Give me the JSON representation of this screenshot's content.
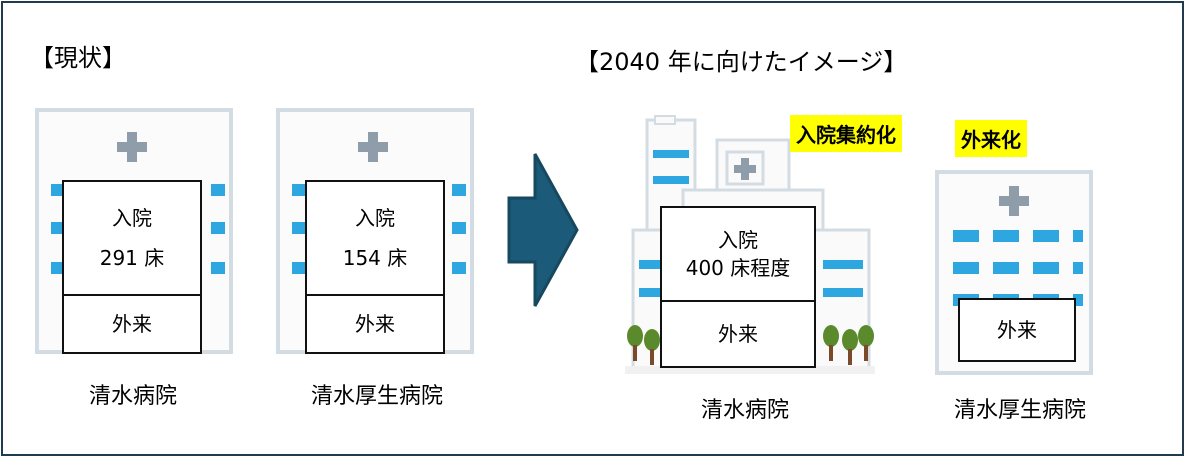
{
  "current": {
    "heading": "【現状】",
    "hospitals": [
      {
        "name": "清水病院",
        "inpatient_label": "入院",
        "beds": "291 床",
        "outpatient_label": "外来"
      },
      {
        "name": "清水厚生病院",
        "inpatient_label": "入院",
        "beds": "154 床",
        "outpatient_label": "外来"
      }
    ]
  },
  "future": {
    "heading": "【2040 年に向けたイメージ】",
    "hospitals": [
      {
        "name": "清水病院",
        "tag": "入院集約化",
        "inpatient_label": "入院",
        "beds": "400 床程度",
        "outpatient_label": "外来"
      },
      {
        "name": "清水厚生病院",
        "tag": "外来化",
        "outpatient_label": "外来"
      }
    ]
  },
  "colors": {
    "arrow": "#1b5a78",
    "border": "#1f3b4d",
    "highlight": "#ffff00",
    "window": "#2ea7e0",
    "cross": "#8f9caa"
  },
  "icons": [
    "hospital-building-icon",
    "arrow-right-icon",
    "tree-icon",
    "cross-icon"
  ]
}
